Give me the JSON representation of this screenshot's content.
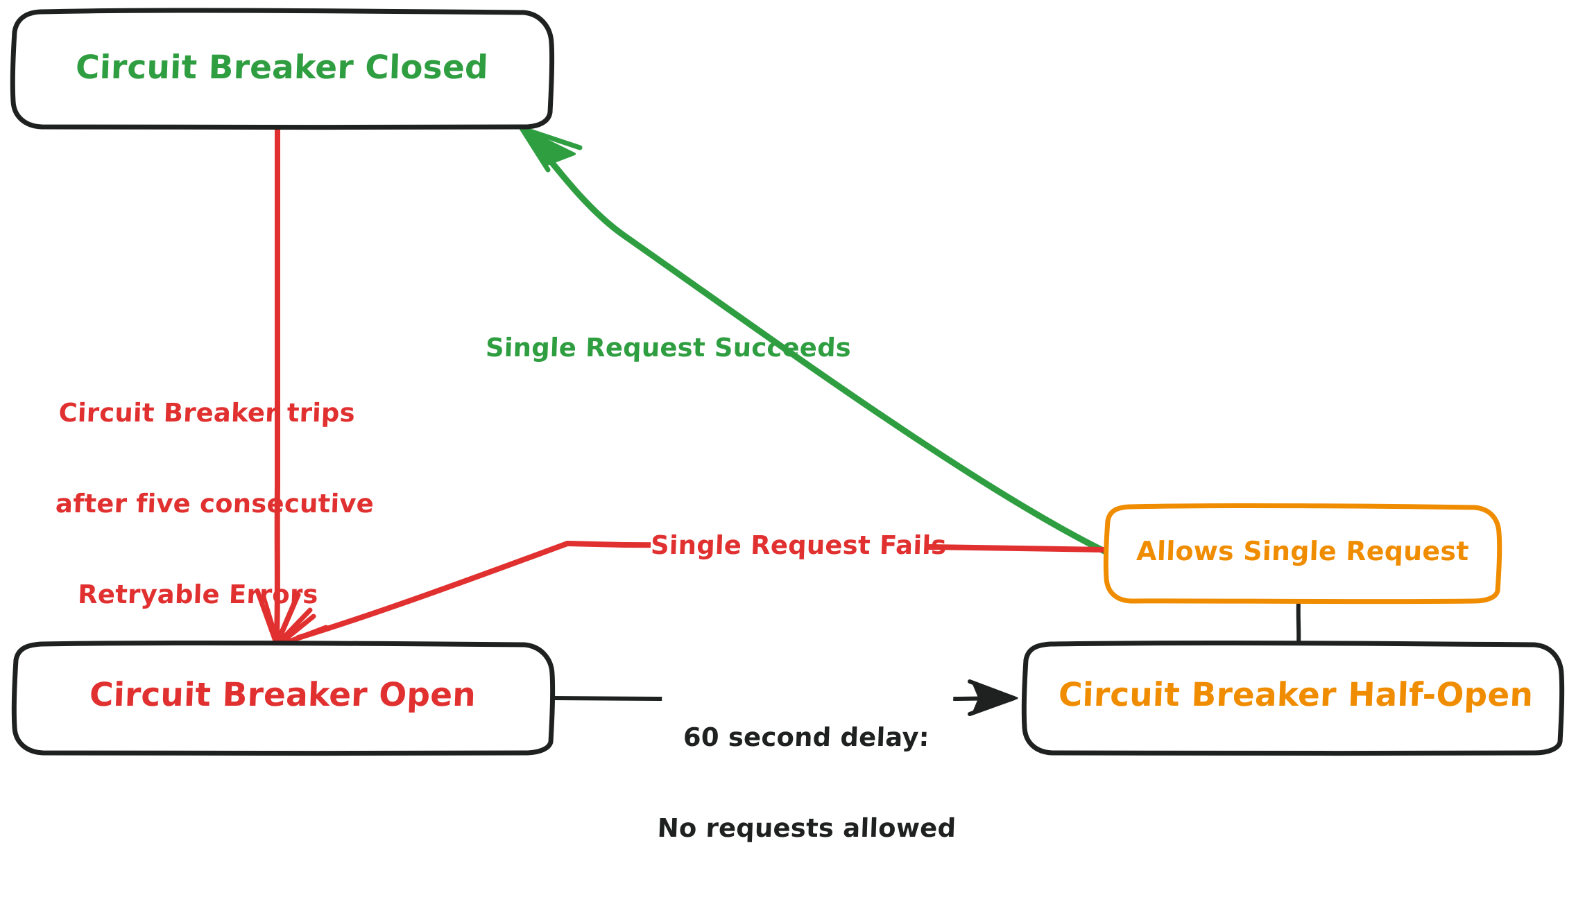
{
  "diagram": {
    "title": "Circuit Breaker State Machine",
    "type": "state-diagram",
    "background": "#ffffff",
    "colors": {
      "green": "#2f9e41",
      "red": "#e0302f",
      "orange": "#f08c00",
      "black": "#1f2020"
    },
    "nodes": [
      {
        "id": "closed",
        "label": "Circuit Breaker Closed",
        "text_color": "#2f9e41",
        "border_color": "#1f2020"
      },
      {
        "id": "open",
        "label": "Circuit Breaker Open",
        "text_color": "#e0302f",
        "border_color": "#1f2020"
      },
      {
        "id": "half_open",
        "label": "Circuit Breaker Half-Open",
        "text_color": "#f08c00",
        "border_color": "#1f2020"
      },
      {
        "id": "allows_single_request",
        "label": "Allows Single Request",
        "text_color": "#f08c00",
        "border_color": "#f08c00"
      }
    ],
    "edges": [
      {
        "id": "closed-to-open",
        "from": "closed",
        "to": "open",
        "color": "#e0302f",
        "label_line1": "Circuit Breaker trips",
        "label_line2": "after five consecutive",
        "label_line3": "Retryable Errors"
      },
      {
        "id": "allows-to-closed",
        "from": "allows_single_request",
        "to": "closed",
        "color": "#2f9e41",
        "label": "Single Request Succeeds"
      },
      {
        "id": "allows-to-open",
        "from": "allows_single_request",
        "to": "open",
        "color": "#e0302f",
        "label": "Single Request Fails"
      },
      {
        "id": "open-to-halfopen",
        "from": "open",
        "to": "half_open",
        "color": "#1f2020",
        "label_line1": "60 second delay:",
        "label_line2": "No requests allowed"
      },
      {
        "id": "halfopen-to-allows",
        "from": "half_open",
        "to": "allows_single_request",
        "color": "#1f2020",
        "label": ""
      }
    ]
  }
}
